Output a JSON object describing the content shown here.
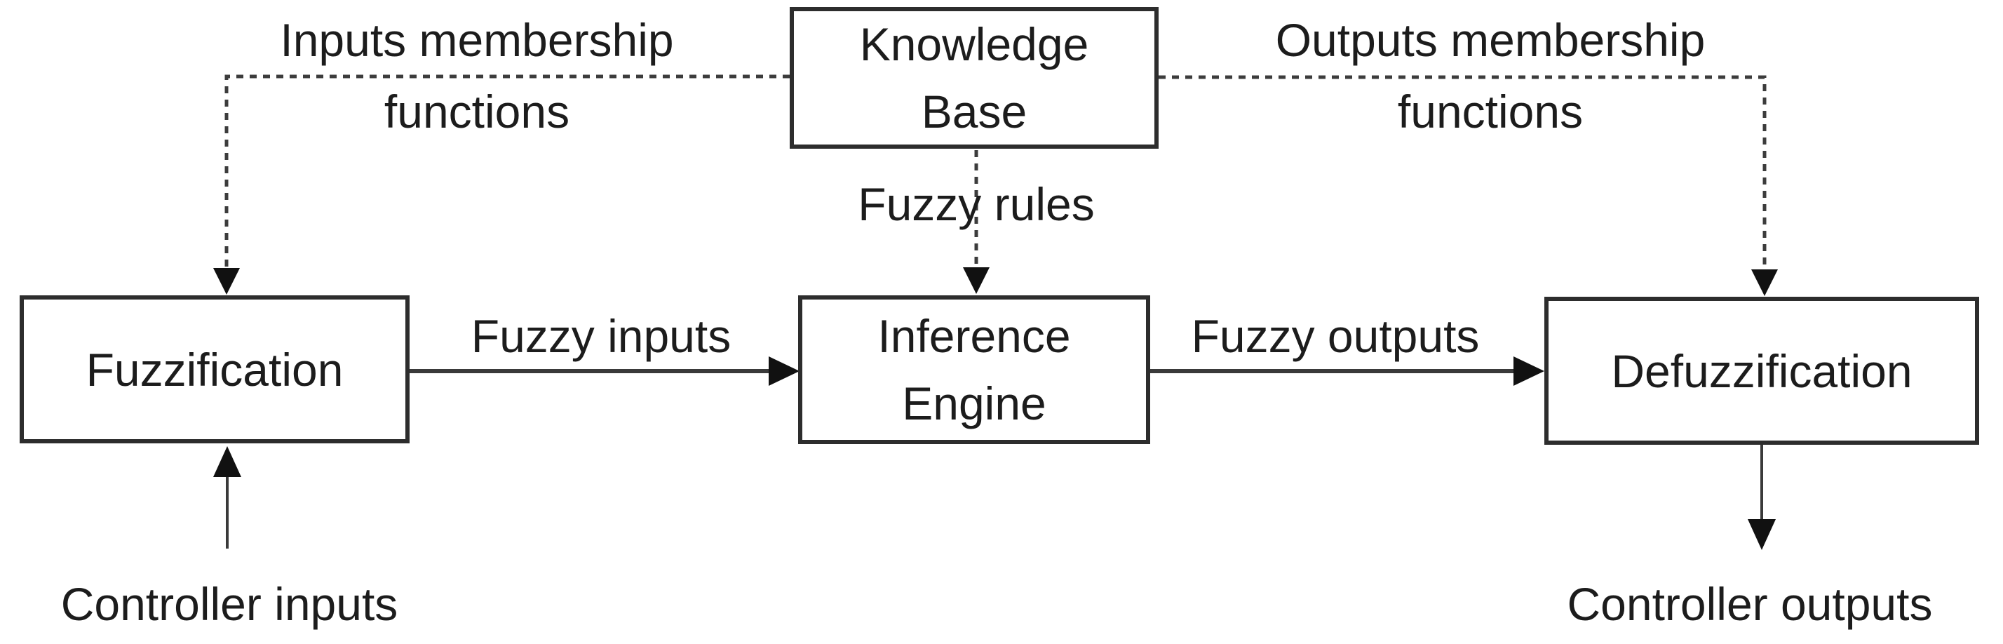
{
  "diagram": {
    "boxes": {
      "knowledge_base": "Knowledge\nBase",
      "fuzzification": "Fuzzification",
      "inference_engine": "Inference\nEngine",
      "defuzzification": "Defuzzification"
    },
    "edge_labels": {
      "inputs_membership": "Inputs membership\nfunctions",
      "outputs_membership": "Outputs membership\nfunctions",
      "fuzzy_rules": "Fuzzy rules",
      "fuzzy_inputs": "Fuzzy inputs",
      "fuzzy_outputs": "Fuzzy outputs",
      "controller_inputs": "Controller inputs",
      "controller_outputs": "Controller outputs"
    },
    "colors": {
      "background": "#ffffff",
      "text": "#1c1c1c",
      "box_border": "#2d2d2d",
      "line": "#3a3a3a"
    }
  }
}
